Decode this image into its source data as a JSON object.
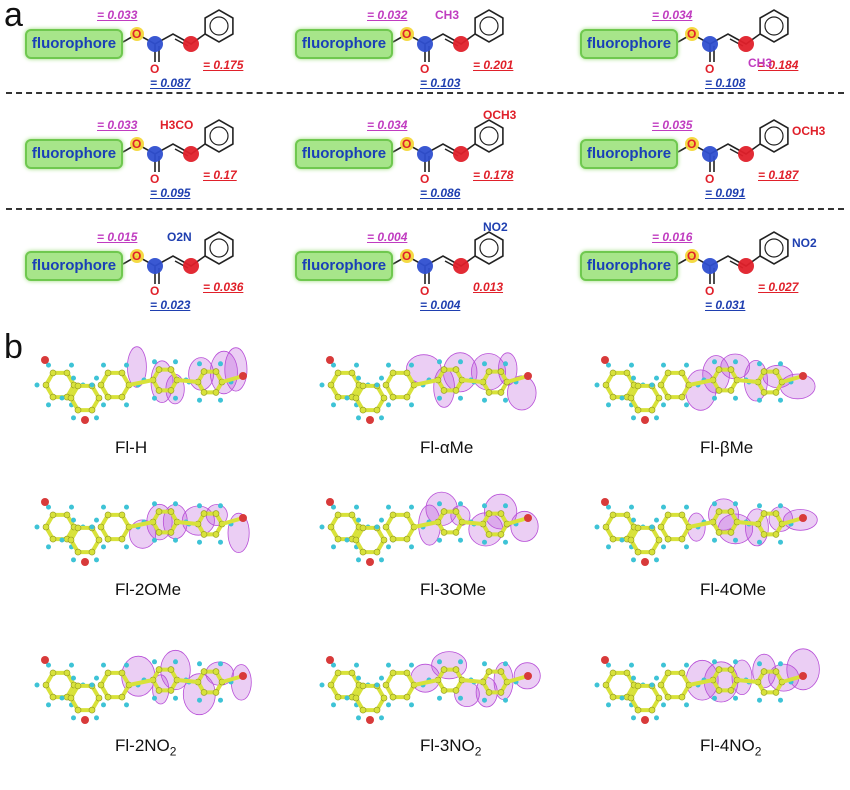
{
  "panel_a": {
    "letter": "a",
    "fluorophore_label": "fluorophore",
    "molecules": [
      {
        "top": "= 0.033",
        "bottom": "= 0.087",
        "right": "= 0.175",
        "substituent": ""
      },
      {
        "top": "= 0.032",
        "bottom": "= 0.103",
        "right": "= 0.201",
        "substituent": "CH3"
      },
      {
        "top": "= 0.034",
        "bottom": "= 0.108",
        "right": "= 0.184",
        "substituent": "CH3"
      },
      {
        "top": "= 0.033",
        "bottom": "= 0.095",
        "right": "= 0.17",
        "substituent": "H3CO"
      },
      {
        "top": "= 0.034",
        "bottom": "= 0.086",
        "right": "= 0.178",
        "substituent": "OCH3"
      },
      {
        "top": "= 0.035",
        "bottom": "= 0.091",
        "right": "= 0.187",
        "substituent": "OCH3"
      },
      {
        "top": "= 0.015",
        "bottom": "= 0.023",
        "right": "= 0.036",
        "substituent": "O2N"
      },
      {
        "top": "= 0.004",
        "bottom": "= 0.004",
        "right": "0.013",
        "substituent": "NO2"
      },
      {
        "top": "= 0.016",
        "bottom": "= 0.031",
        "right": "= 0.027",
        "substituent": "NO2"
      }
    ]
  },
  "panel_b": {
    "letter": "b",
    "molecules": [
      {
        "prefix": "Fl-",
        "name": "H",
        "sub": ""
      },
      {
        "prefix": "Fl-",
        "name": "αMe",
        "sub": ""
      },
      {
        "prefix": "Fl-",
        "name": "βMe",
        "sub": ""
      },
      {
        "prefix": "Fl-",
        "name": "2OMe",
        "sub": ""
      },
      {
        "prefix": "Fl-",
        "name": "3OMe",
        "sub": ""
      },
      {
        "prefix": "Fl-",
        "name": "4OMe",
        "sub": ""
      },
      {
        "prefix": "Fl-",
        "name": "2NO",
        "sub": "2"
      },
      {
        "prefix": "Fl-",
        "name": "3NO",
        "sub": "2"
      },
      {
        "prefix": "Fl-",
        "name": "4NO",
        "sub": "2"
      }
    ]
  },
  "colors": {
    "fluorophore_fill": "#a7e58a",
    "fluorophore_text": "#1a3fb8",
    "top_value": "#c03cc0",
    "bottom_value": "#1f3fb0",
    "right_value": "#e0202a",
    "carbon": "#d8e23a",
    "hydrogen": "#3ec3d6",
    "oxygen": "#d83a3a",
    "orbital": "#b84fd8"
  }
}
